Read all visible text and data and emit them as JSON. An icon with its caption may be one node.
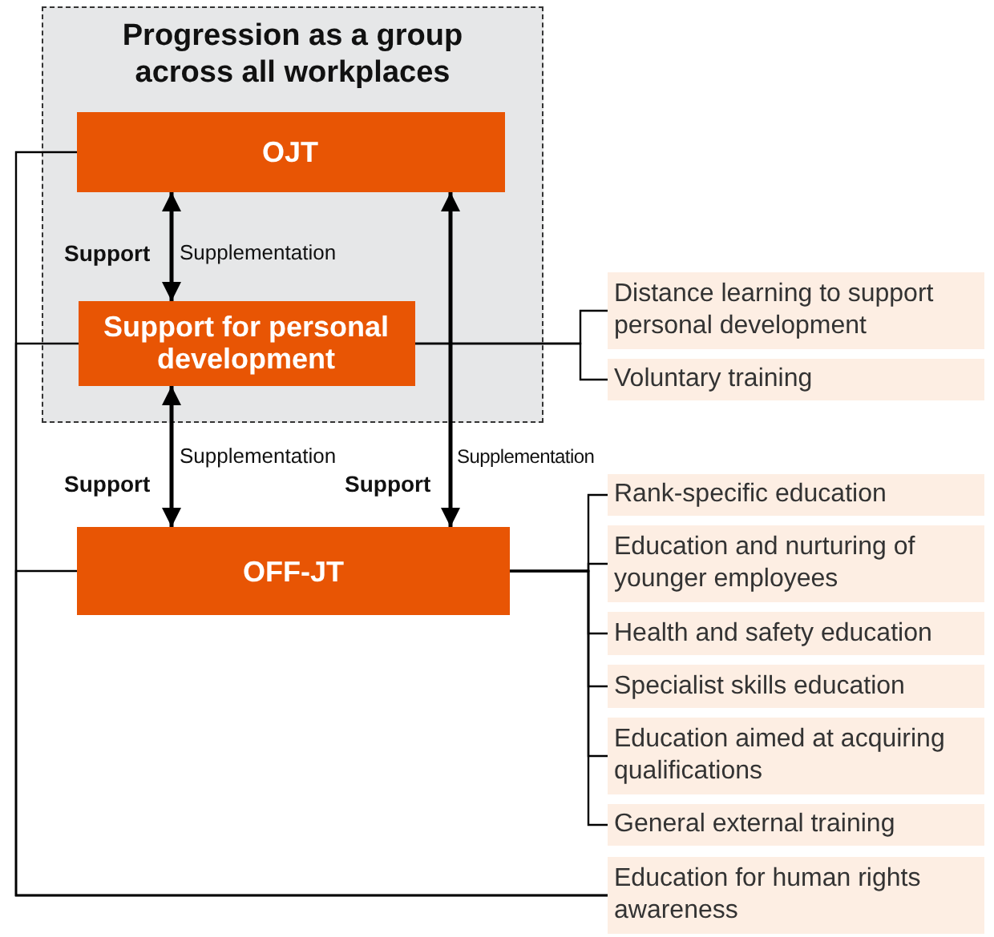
{
  "diagram": {
    "nodes": [
      {
        "text": [
          "Progression as a group across all workplaces"
        ]
      },
      {
        "text": [
          "OJT"
        ],
        "in": 0
      },
      {
        "text": [
          "Support for personal development"
        ],
        "in": 0
      },
      {
        "text": [
          "OFF-JT"
        ]
      },
      {
        "text": [
          "Distance learning to support personal development"
        ]
      },
      {
        "text": [
          "Voluntary training"
        ]
      },
      {
        "text": [
          "Rank-specific education"
        ]
      },
      {
        "text": [
          "Education and nurturing of younger employees"
        ]
      },
      {
        "text": [
          "Health and safety education"
        ]
      },
      {
        "text": [
          "Specialist skills education"
        ]
      },
      {
        "text": [
          "Education aimed at acquiring qualifications"
        ]
      },
      {
        "text": [
          "General external training"
        ]
      },
      {
        "text": [
          "Education for human rights awareness"
        ]
      }
    ],
    "edges": [
      {
        "from": 1,
        "to": 2,
        "arrow": "both"
      },
      {
        "from": 2,
        "to": 3,
        "arrow": "both"
      },
      {
        "from": 1,
        "to": 3,
        "arrow": "both"
      },
      {
        "from": 2,
        "to": 4,
        "arrow": "none"
      },
      {
        "from": 2,
        "to": 5,
        "arrow": "none"
      },
      {
        "from": 3,
        "to": 6,
        "arrow": "none"
      },
      {
        "from": 3,
        "to": 7,
        "arrow": "none"
      },
      {
        "from": 3,
        "to": 8,
        "arrow": "none"
      },
      {
        "from": 3,
        "to": 9,
        "arrow": "none"
      },
      {
        "from": 3,
        "to": 10,
        "arrow": "none"
      },
      {
        "from": 3,
        "to": 11,
        "arrow": "none"
      },
      {
        "from": 1,
        "to": 12,
        "arrow": "none"
      },
      {
        "from": 2,
        "to": 12,
        "arrow": "none"
      },
      {
        "from": 3,
        "to": 12,
        "arrow": "none"
      }
    ],
    "labels": [
      "Support",
      "Supplementation",
      "Supplementation",
      "Support",
      "Supplementation",
      "Support"
    ]
  }
}
